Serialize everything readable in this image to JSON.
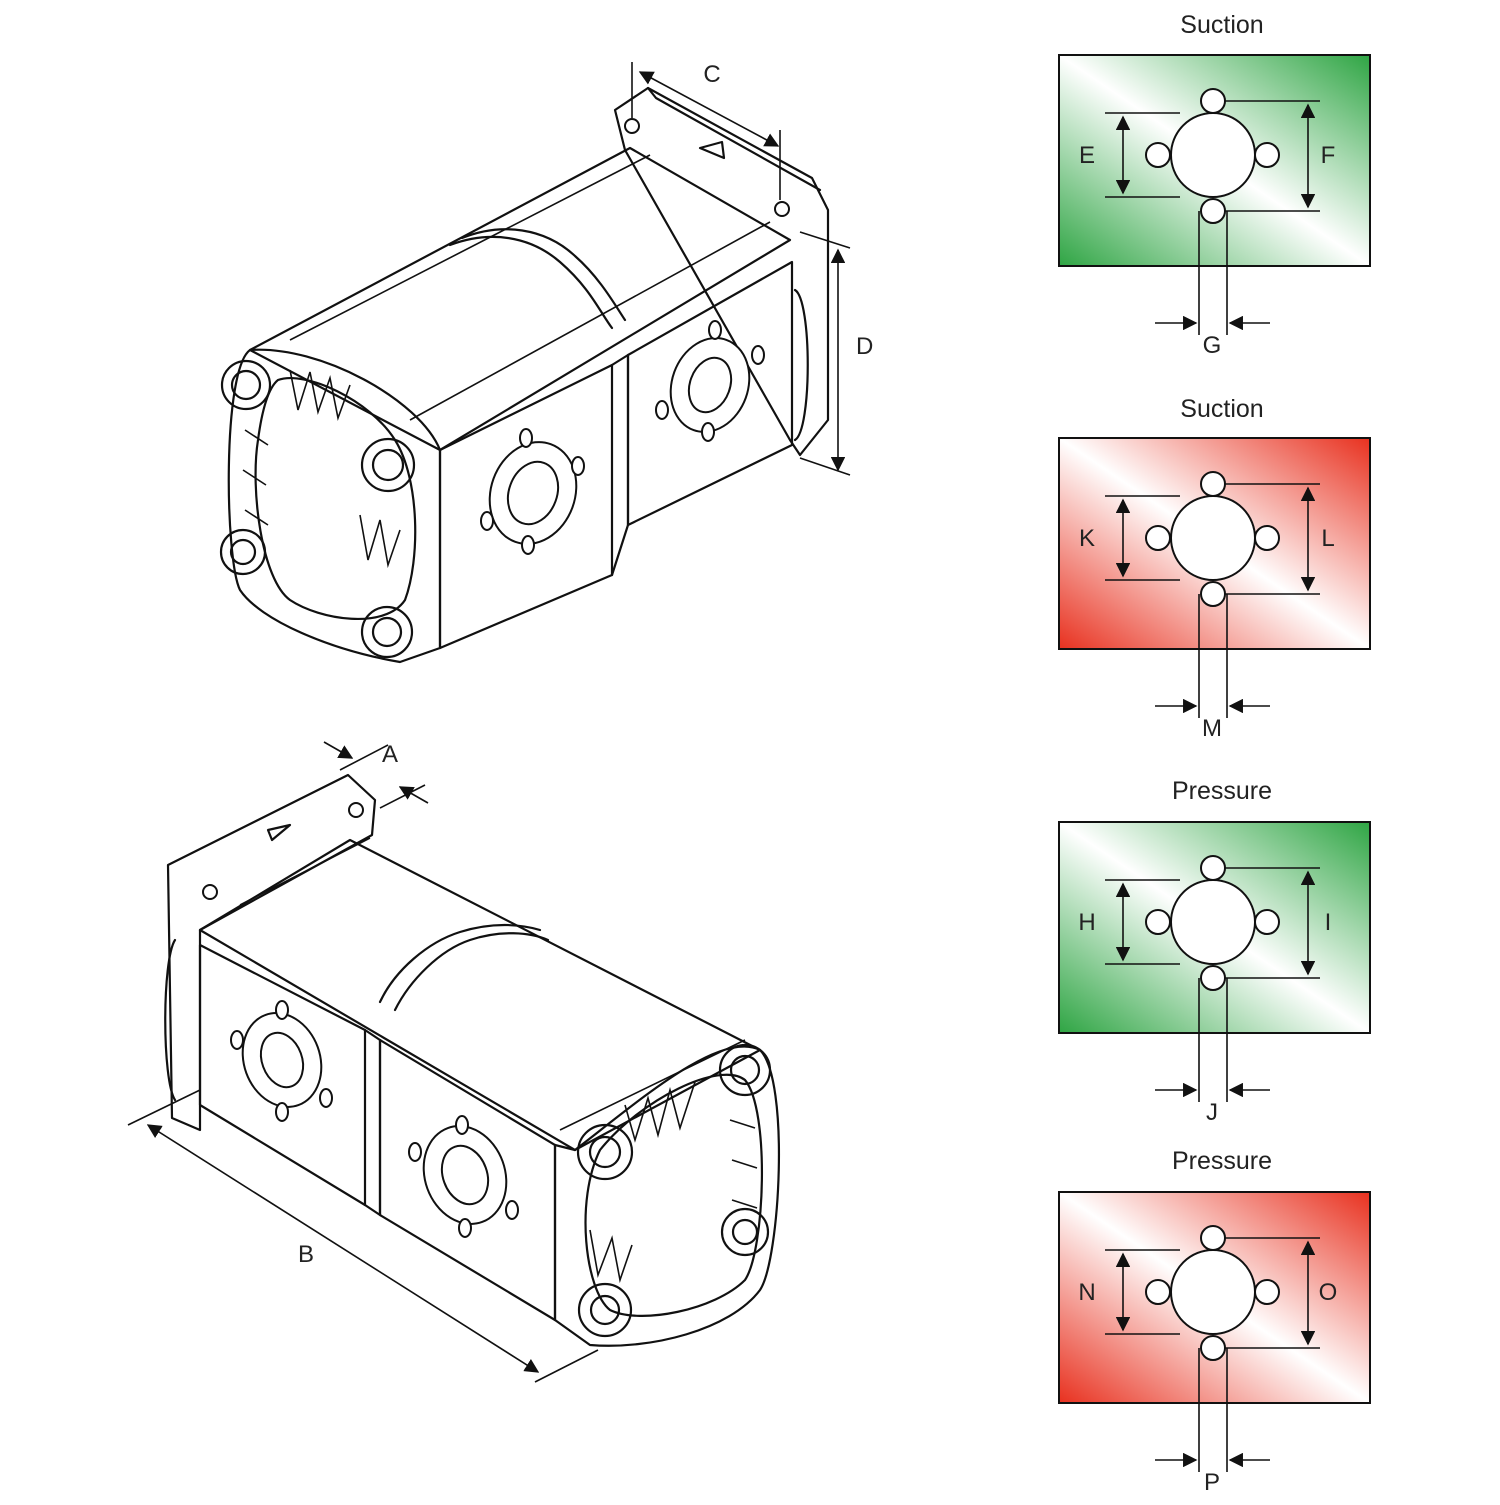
{
  "colors": {
    "green": "#3aa84a",
    "red": "#e8452f",
    "outline": "#111111"
  },
  "pump_top": {
    "dim_c": "C",
    "dim_d": "D",
    "front_port_color": "red",
    "rear_port_color": "green"
  },
  "pump_bottom": {
    "dim_a": "A",
    "dim_b": "B",
    "front_port_color": "green",
    "rear_port_color": "red"
  },
  "ports": [
    {
      "title": "Suction",
      "color": "green",
      "left_dim": "E",
      "right_dim": "F",
      "bottom_dim": "G"
    },
    {
      "title": "Suction",
      "color": "red",
      "left_dim": "K",
      "right_dim": "L",
      "bottom_dim": "M"
    },
    {
      "title": "Pressure",
      "color": "green",
      "left_dim": "H",
      "right_dim": "I",
      "bottom_dim": "J"
    },
    {
      "title": "Pressure",
      "color": "red",
      "left_dim": "N",
      "right_dim": "O",
      "bottom_dim": "P"
    }
  ]
}
